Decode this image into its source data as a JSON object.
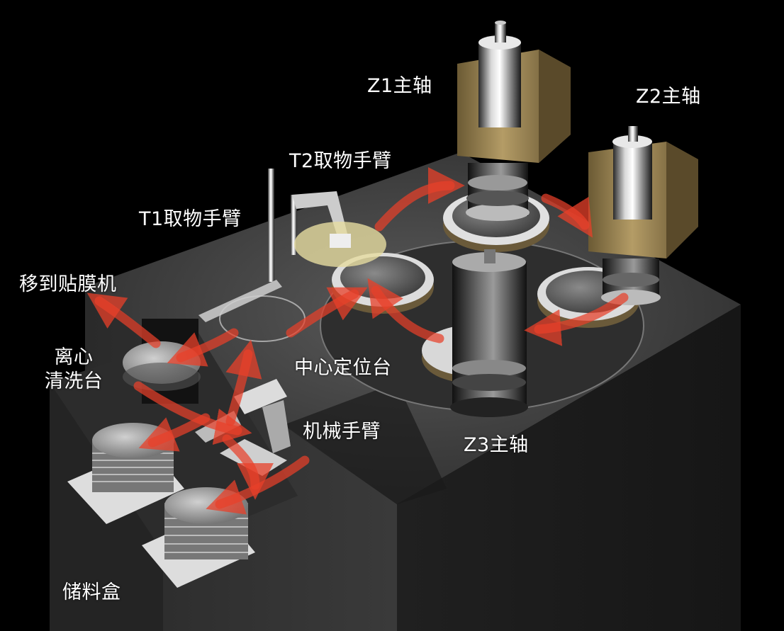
{
  "labels": {
    "z1": "Z1主轴",
    "z2": "Z2主轴",
    "z3": "Z3主轴",
    "t1": "T1取物手臂",
    "t2": "T2取物手臂",
    "to_film": "移到贴膜机",
    "spin_line1": "离心",
    "spin_line2": "清洗台",
    "center_stage": "中心定位台",
    "robot_arm": "机械手臂",
    "storage": "储料盒"
  },
  "colors": {
    "background": "#000000",
    "machine_top": "#3a3a3a",
    "machine_side": "#242424",
    "spindle_housing": "#a08a58",
    "arrow": "#e8402a",
    "text": "#ffffff"
  }
}
